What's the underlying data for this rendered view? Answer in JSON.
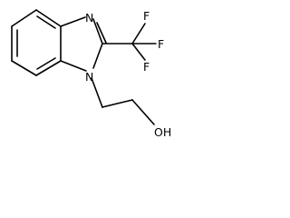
{
  "structure": {
    "atoms": {
      "N_ring_top": "N",
      "N_ring_bottom": "N",
      "F_top": "F",
      "F_right": "F",
      "F_lower": "F",
      "OH": "OH"
    }
  }
}
